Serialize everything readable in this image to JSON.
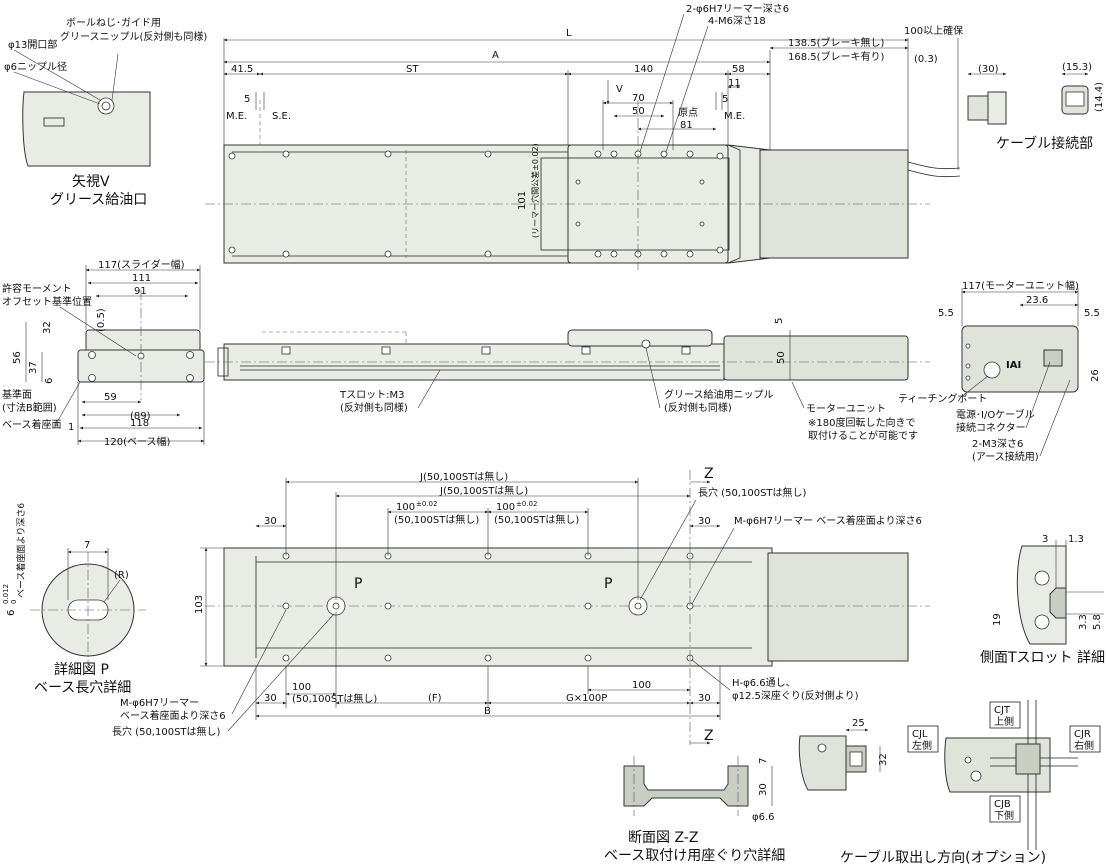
{
  "top_view": {
    "callouts": {
      "reamer_top": "2-φ6H7リーマー深さ6",
      "m6": "4-M6深さ18",
      "clearance": "100以上確保",
      "brake_none": "138.5(ブレーキ無し)",
      "brake_with": "168.5(ブレーキ有り)",
      "gap": "(0.3)",
      "L": "L",
      "A": "A",
      "d_41_5": "41.5",
      "ST": "ST",
      "d_140": "140",
      "d_58": "58",
      "d_11": "11",
      "d_5_left": "5",
      "d_5_right": "5",
      "me_left": "M.E.",
      "se": "S.E.",
      "me_right": "M.E.",
      "view_arrow": "V",
      "d_70": "70",
      "d_50": "50",
      "origin": "原点",
      "d_81": "81",
      "reamer_pitch": "101",
      "reamer_pitch_note": "(リーマー穴間公差±0.02)"
    }
  },
  "view_v": {
    "open": "φ13開口部",
    "nipple_dia": "φ6ニップル径",
    "nipple_note1": "ボールねじ･ガイド用",
    "nipple_note2": "グリースニップル(反対側も同様)",
    "title1": "矢視V",
    "title2": "グリース給油口"
  },
  "cable_part": {
    "d_30": "(30)",
    "d_15_3": "(15.3)",
    "d_14_4": "(14.4)",
    "title": "ケーブル接続部"
  },
  "end_view": {
    "slider_width": "117(スライダー幅)",
    "d_111": "111",
    "d_91": "91",
    "moment1": "許容モーメント",
    "moment2": "オフセット基準位置",
    "d_0_5": "(0.5)",
    "d_32": "32",
    "d_56": "56",
    "d_37": "37",
    "d_6": "6",
    "ref1": "基準面",
    "ref2": "(寸法B範囲)",
    "base_seat": "ベース着座面",
    "d_59": "59",
    "d_89": "(89)",
    "d_1": "1",
    "d_118": "118",
    "base_width": "120(ベース幅)"
  },
  "side_view": {
    "tslot1": "Tスロット:M3",
    "tslot2": "(反対側も同様)",
    "grease1": "グリース給油用ニップル",
    "grease2": "(反対側も同様)",
    "motor_unit": "モーターユニット",
    "rotate1": "※180度回転した向きで",
    "rotate2": "取付けることが可能です",
    "d_5": "5",
    "d_50": "50"
  },
  "motor_end": {
    "motor_width": "117(モーターユニット幅)",
    "d_23_6": "23.6",
    "d_5_5_left": "5.5",
    "d_5_5_right": "5.5",
    "d_26": "26",
    "teaching": "ティーチングポート",
    "conn1": "電源･I/Oケーブル",
    "conn2": "接続コネクター",
    "m3_1": "2-M3深さ6",
    "m3_2": "(アース接続用)",
    "logo": "IAI"
  },
  "bottom_view": {
    "J_top": "J(50,100STは無し)",
    "J_mid": "J(50,100STは無し)",
    "d_100_a": "100",
    "tol_a": "±0.02",
    "d_100_b": "100",
    "tol_b": "±0.02",
    "no_st_a": "(50,100STは無し)",
    "no_st_b": "(50,100STは無し)",
    "z_top": "Z",
    "long_hole_top": "長穴 (50,100STは無し)",
    "d_30_tl": "30",
    "d_30_tr": "30",
    "reamer_right": "M-φ6H7リーマー ベース着座面より深さ6",
    "d_103": "103",
    "p_left": "P",
    "p_right": "P",
    "d_100_bot": "100",
    "no_st_bot": "(50,100STは無し)",
    "d_100_bot_r": "100",
    "d_30_bl": "30",
    "F": "(F)",
    "GP": "G×100P",
    "d_30_br": "30",
    "B": "B",
    "hole_note1": "H-φ6.6通し、",
    "hole_note2": "φ12.5深座ぐり(反対側より)",
    "reamer_left1": "M-φ6H7リーマー",
    "reamer_left2": "ベース着座面より深さ6",
    "long_hole_bot": "長穴 (50,100STは無し)",
    "z_bot": "Z"
  },
  "detail_p": {
    "d_7": "7",
    "r": "(R)",
    "d_6": "6",
    "tol": "0.012",
    "tol0": "0",
    "depth": "ベース着座面より深さ6",
    "title1": "詳細図 P",
    "title2": "ベース長穴詳細"
  },
  "tslot_detail": {
    "d_3": "3",
    "d_1_3": "1.3",
    "d_19": "19",
    "d_3_3": "3.3",
    "d_5_8": "5.8",
    "title": "側面Tスロット 詳細"
  },
  "section_zz": {
    "d_7": "7",
    "d_30": "30",
    "d_6_6": "φ6.6",
    "title1": "断面図 Z-Z",
    "title2": "ベース取付け用座ぐり穴詳細"
  },
  "cable_option": {
    "d_25": "25",
    "d_32": "32",
    "cjl1": "CJL",
    "cjl2": "左側",
    "cjt1": "CJT",
    "cjt2": "上側",
    "cjr1": "CJR",
    "cjr2": "右側",
    "cjb1": "CJB",
    "cjb2": "下側",
    "title": "ケーブル取出し方向(オプション)"
  }
}
